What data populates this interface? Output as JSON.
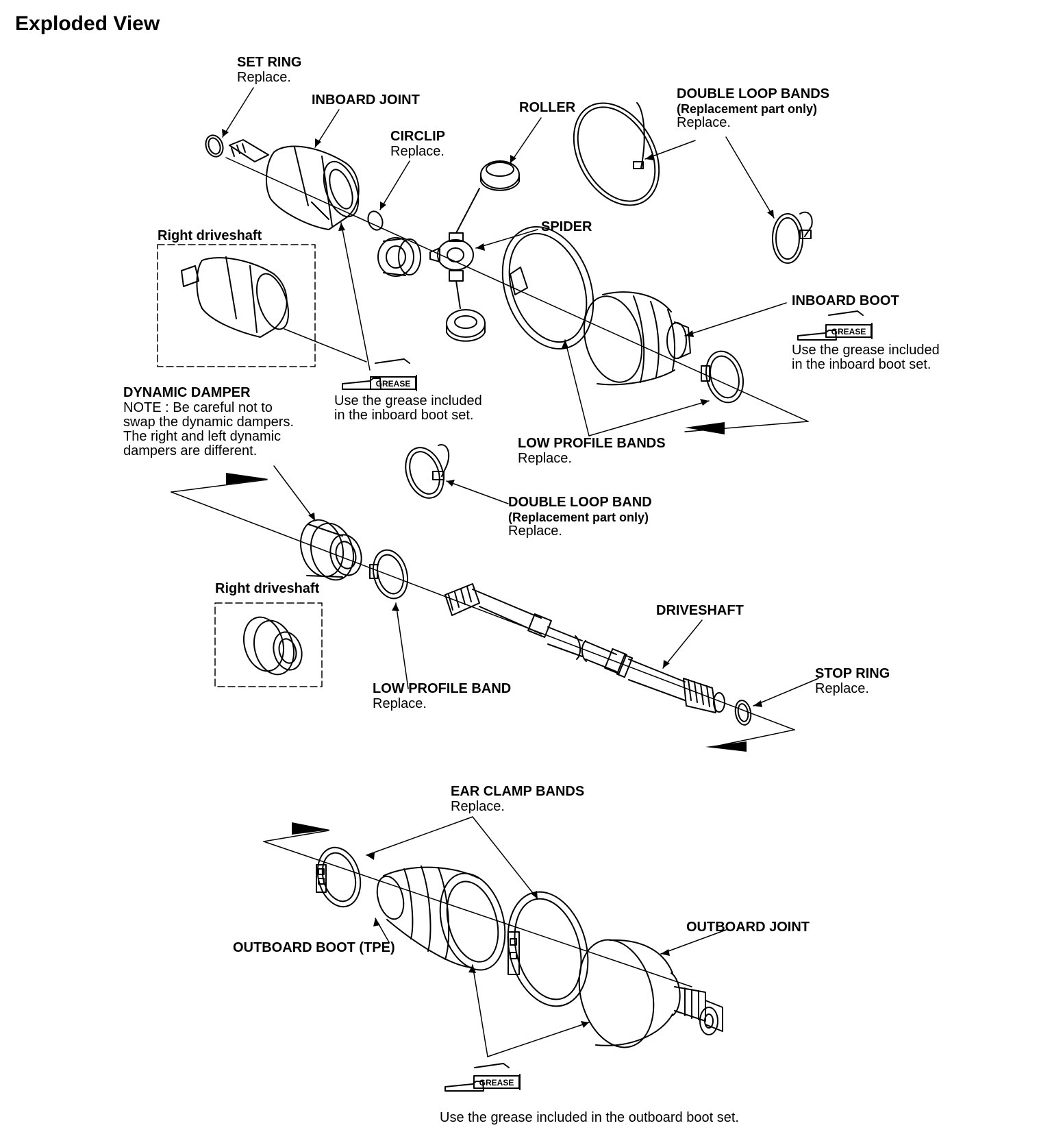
{
  "title": "Exploded View",
  "labels": {
    "set_ring": "SET RING",
    "set_ring_note": "Replace.",
    "inboard_joint": "INBOARD JOINT",
    "circlip": "CIRCLIP",
    "circlip_note": "Replace.",
    "roller": "ROLLER",
    "double_loop_bands": "DOUBLE LOOP BANDS",
    "double_loop_bands_sub": "(Replacement part only)",
    "double_loop_bands_note": "Replace.",
    "spider": "SPIDER",
    "right_driveshaft_1": "Right driveshaft",
    "inboard_boot": "INBOARD BOOT",
    "inboard_boot_grease_1": "Use the grease included",
    "inboard_boot_grease_2": "in the inboard boot set.",
    "joint_grease_1": "Use the grease included",
    "joint_grease_2": "in the inboard boot set.",
    "dynamic_damper": "DYNAMIC DAMPER",
    "damper_note_1": "NOTE : Be careful not to",
    "damper_note_2": "swap the dynamic dampers.",
    "damper_note_3": "The right and left dynamic",
    "damper_note_4": "dampers are different.",
    "low_profile_bands": "LOW PROFILE BANDS",
    "low_profile_bands_note": "Replace.",
    "double_loop_band": "DOUBLE LOOP BAND",
    "double_loop_band_sub": "(Replacement part only)",
    "double_loop_band_note": "Replace.",
    "right_driveshaft_2": "Right driveshaft",
    "driveshaft": "DRIVESHAFT",
    "stop_ring": "STOP RING",
    "stop_ring_note": "Replace.",
    "low_profile_band": "LOW PROFILE BAND",
    "low_profile_band_note": "Replace.",
    "ear_clamp_bands": "EAR CLAMP BANDS",
    "ear_clamp_bands_note": "Replace.",
    "outboard_joint": "OUTBOARD JOINT",
    "outboard_boot": "OUTBOARD BOOT (TPE)",
    "outboard_grease": "Use the grease included in the outboard boot set.",
    "grease_tag": "GREASE"
  }
}
